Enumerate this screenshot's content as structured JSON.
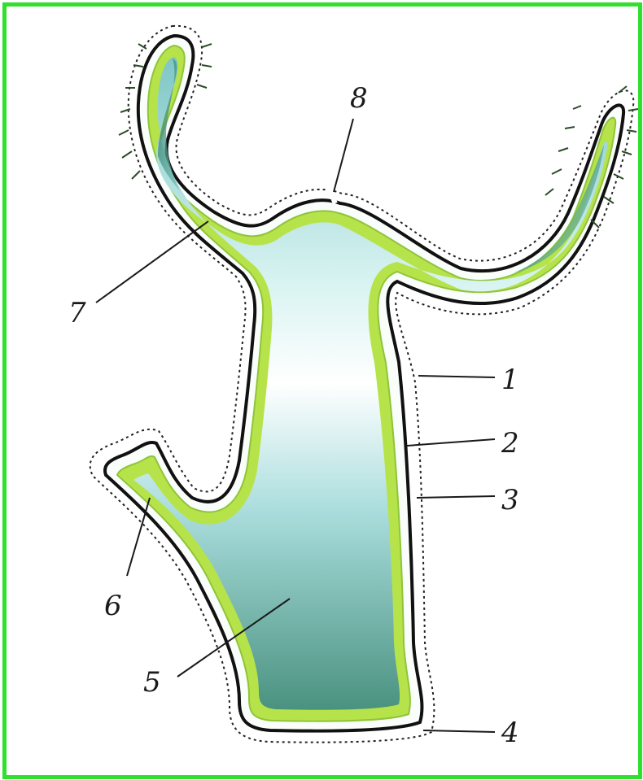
{
  "labels": [
    {
      "id": "1",
      "text": "1"
    },
    {
      "id": "2",
      "text": "2"
    },
    {
      "id": "3",
      "text": "3"
    },
    {
      "id": "4",
      "text": "4"
    },
    {
      "id": "5",
      "text": "5"
    },
    {
      "id": "6",
      "text": "6"
    },
    {
      "id": "7",
      "text": "7"
    },
    {
      "id": "8",
      "text": "8"
    }
  ],
  "colors": {
    "frame": "#31e02e",
    "ectoderm_outline": "#111111",
    "endoderm": "#b6e34a",
    "cavity_light": "#e9fbfb",
    "cavity": "#9fd6d9",
    "cavity_dark": "#3f8a7a"
  }
}
